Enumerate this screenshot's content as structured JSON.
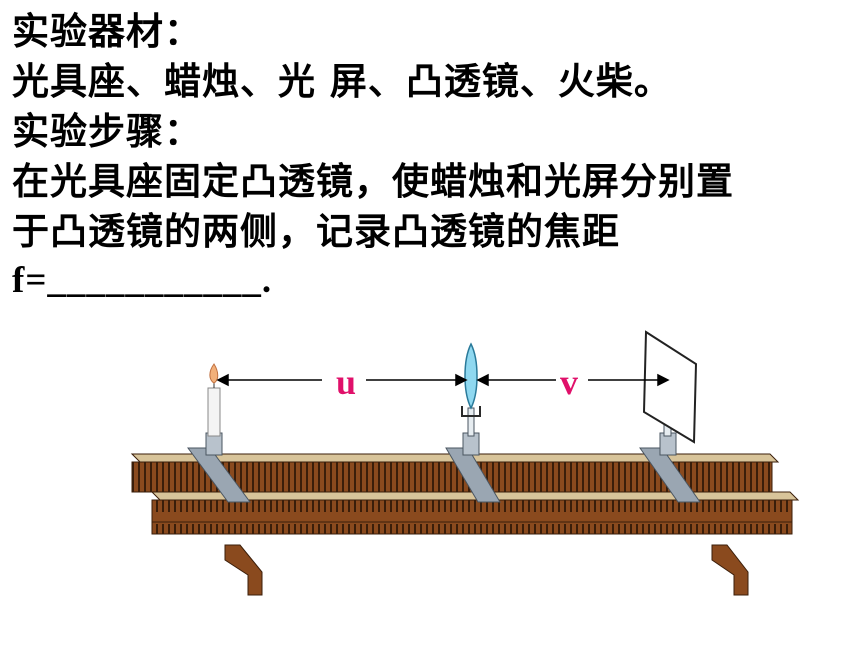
{
  "text": {
    "line1": "实验器材：",
    "line2": "光具座、蜡烛、光 屏、凸透镜、火柴。",
    "line3": "实验步骤：",
    "line4": "在光具座固定凸透镜，使蜡烛和光屏分别置",
    "line5": "于凸透镜的两侧，记录凸透镜的焦距",
    "line6": "f=___________."
  },
  "diagram": {
    "label_u": "u",
    "label_v": "v",
    "colors": {
      "label": "#e0106a",
      "rail_top": "#d8c49a",
      "rail_face": "#8a4a1e",
      "rail_dark": "#3a1e0a",
      "stand": "#9aa6b2",
      "lens": "#8fd8f0",
      "screen": "#ffffff"
    }
  }
}
